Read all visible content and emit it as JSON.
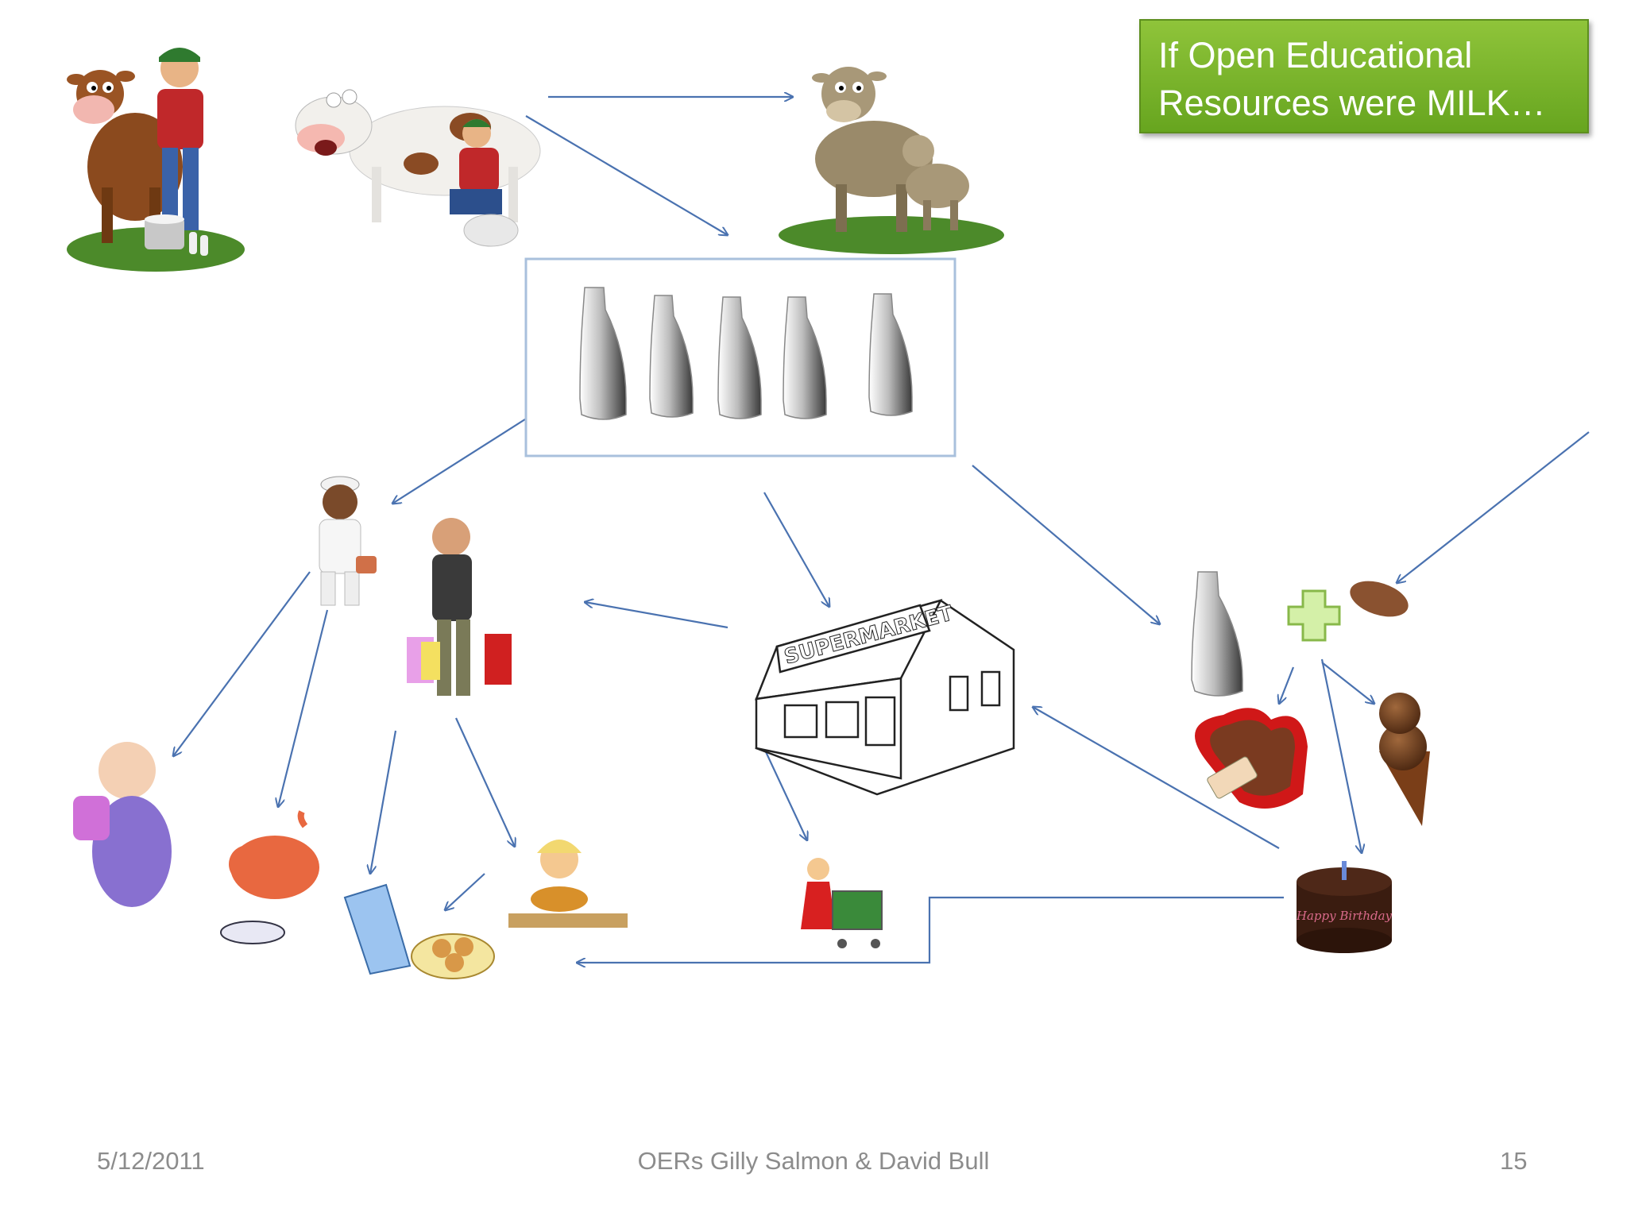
{
  "title": {
    "line1": "If Open Educational",
    "line2": "Resources were MILK…"
  },
  "store_sign": "SUPERMARKET",
  "cake_text": "Happy Birthday",
  "footer": {
    "date": "5/12/2011",
    "credit": "OERs Gilly Salmon & David Bull",
    "page": "15"
  },
  "colors": {
    "arrow": "#4a72b0",
    "title_bg": "#79b42b",
    "box_border": "#a9c0dc"
  }
}
